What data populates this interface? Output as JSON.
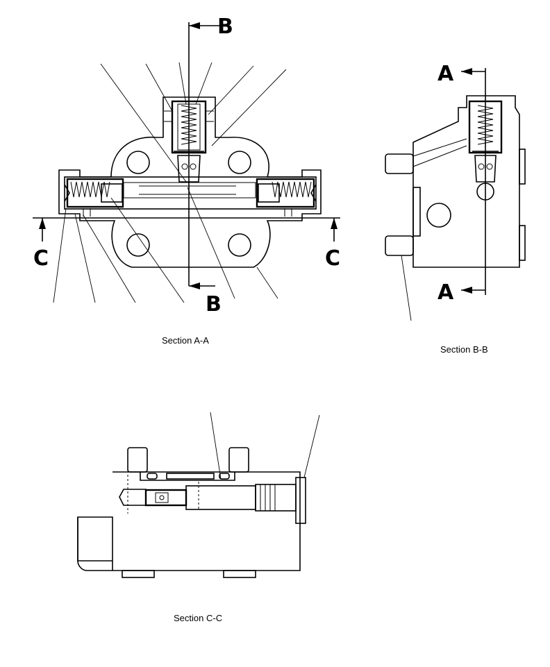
{
  "cut_labels": {
    "b_top": "B",
    "b_bottom": "B",
    "c_left": "C",
    "c_right": "C",
    "a_top": "A",
    "a_bottom": "A"
  },
  "captions": {
    "section_aa": "Section A-A",
    "section_bb": "Section B-B",
    "section_cc": "Section C-C"
  }
}
